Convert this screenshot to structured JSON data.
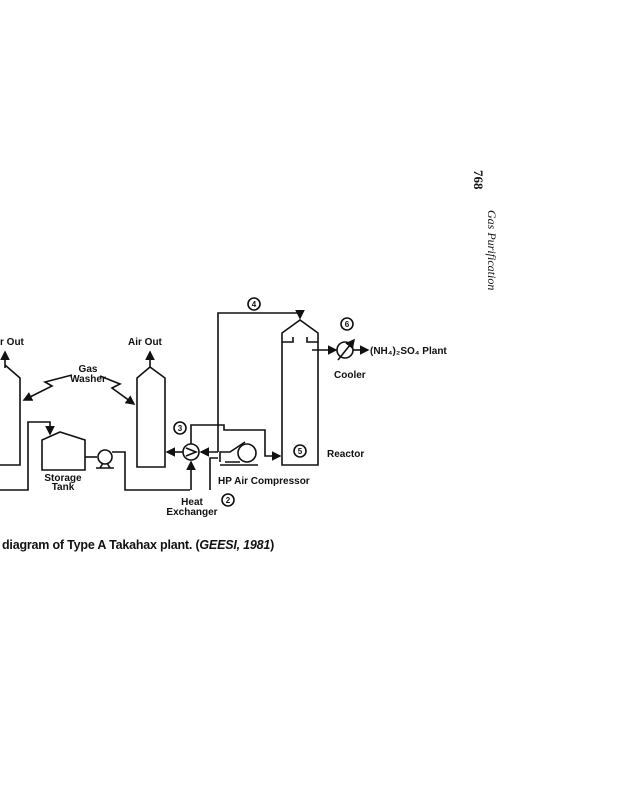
{
  "header": {
    "page_number": "768",
    "running_title": "Gas Purification"
  },
  "diagram": {
    "labels": {
      "air_out_left": "r Out",
      "air_out_middle": "Air Out",
      "gas_washer_1": "Gas",
      "gas_washer_2": "Washer",
      "storage_tank_1": "Storage",
      "storage_tank_2": "Tank",
      "heat_exchanger_1": "Heat",
      "heat_exchanger_2": "Exchanger",
      "hp_air_compressor": "HP Air Compressor",
      "reactor": "Reactor",
      "cooler": "Cooler",
      "product": "(NH₄)₂SO₄ Plant"
    },
    "stream_numbers": [
      "2",
      "3",
      "4",
      "5",
      "6"
    ]
  },
  "caption": {
    "text": "diagram of Type A Takahax plant. (",
    "citation": "GEESI, 1981",
    "close": ")"
  }
}
